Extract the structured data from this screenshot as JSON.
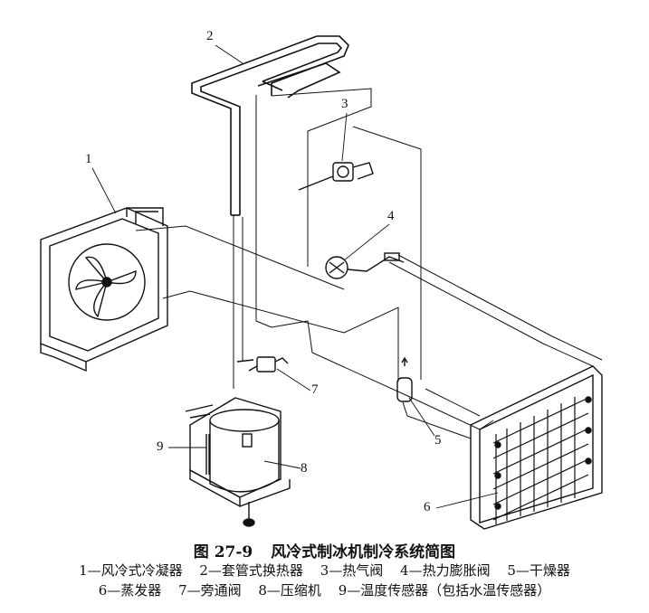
{
  "figure": {
    "number": "图 27-9",
    "title": "风冷式制冰机制冷系统简图",
    "legend_lines": [
      [
        "1—风冷式冷凝器",
        "2—套管式换热器",
        "3—热气阀",
        "4—热力膨胀阀",
        "5—干燥器"
      ],
      [
        "6—蒸发器",
        "7—旁通阀",
        "8—压缩机",
        "9—温度传感器（包括水温传感器）"
      ]
    ]
  },
  "callouts": [
    "1",
    "2",
    "3",
    "4",
    "5",
    "6",
    "7",
    "8",
    "9"
  ]
}
